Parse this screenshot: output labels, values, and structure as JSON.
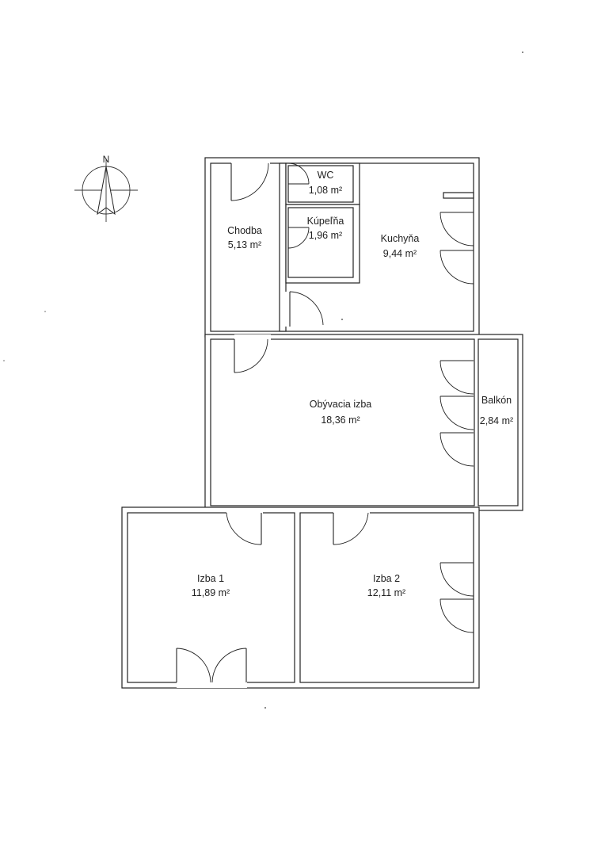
{
  "compass": {
    "north_label": "N"
  },
  "rooms": {
    "wc": {
      "name": "WC",
      "area": "1,08 m²"
    },
    "chodba": {
      "name": "Chodba",
      "area": "5,13 m²"
    },
    "kupelna": {
      "name": "Kúpeľňa",
      "area": "1,96 m²"
    },
    "kuchyna": {
      "name": "Kuchyňa",
      "area": "9,44 m²"
    },
    "obyvacia": {
      "name": "Obývacia izba",
      "area": "18,36 m²"
    },
    "balkon": {
      "name": "Balkón",
      "area": "2,84 m²"
    },
    "izba1": {
      "name": "Izba 1",
      "area": "11,89 m²"
    },
    "izba2": {
      "name": "Izba 2",
      "area": "12,11 m²"
    }
  }
}
